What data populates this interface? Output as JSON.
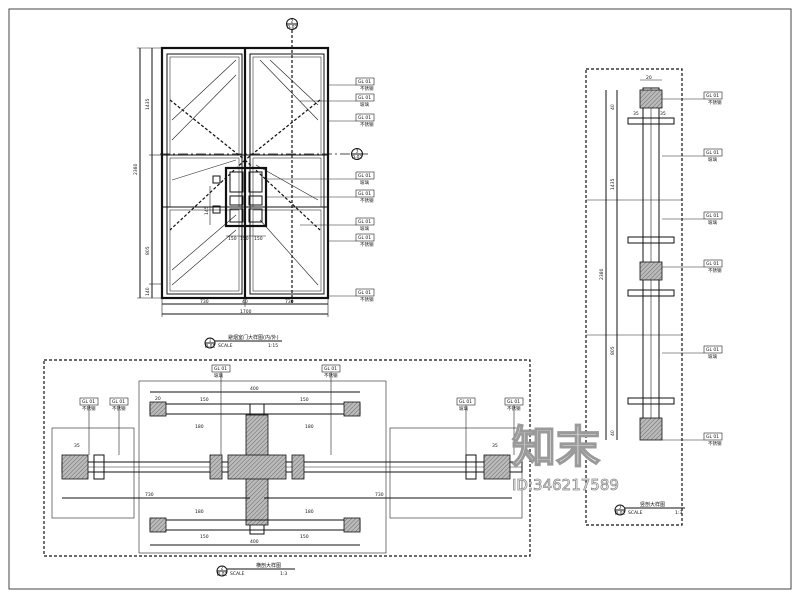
{
  "title_blocks": {
    "elevation": {
      "number": "1",
      "ref": "D-01",
      "name": "避烟室门大样图(内/外)",
      "scale_label": "SCALE",
      "scale": "1:15"
    },
    "horizontal": {
      "number": "2",
      "ref": "D-02",
      "name": "横剖大样图",
      "scale_label": "SCALE",
      "scale": "1:3"
    },
    "vertical": {
      "number": "3",
      "ref": "D-02",
      "name": "竖剖大样图",
      "scale_label": "SCALE",
      "scale": "1:3"
    }
  },
  "section_markers": {
    "top": {
      "no": "2",
      "ref": "D-02"
    },
    "right": {
      "no": "3",
      "ref": "D-02"
    }
  },
  "elevation_dims": {
    "overall_height": "2380",
    "upper": "1435",
    "lower": "805",
    "bottom": "140",
    "width_total": "1700",
    "left_leaf": "730",
    "right_leaf": "730",
    "center": "40",
    "panel_w1": "150",
    "panel_w2": "150",
    "panel_w3": "150",
    "panel_h": "145"
  },
  "elevation_labels": [
    {
      "code": "GL 01",
      "material": "不锈钢"
    },
    {
      "code": "GL 01",
      "material": "玻璃"
    },
    {
      "code": "GL 01",
      "material": "不锈钢"
    },
    {
      "code": "GL 01",
      "material": "玻璃"
    },
    {
      "code": "GL 01",
      "material": "不锈钢"
    },
    {
      "code": "GL 01",
      "material": "玻璃"
    },
    {
      "code": "GL 01",
      "material": "不锈钢"
    },
    {
      "code": "GL 01",
      "material": "不锈钢"
    }
  ],
  "vertical_dims": {
    "total": "2380",
    "d1": "40",
    "d2": "1435",
    "d3": "805",
    "d4": "40",
    "top": "20",
    "w1": "35",
    "w2": "35"
  },
  "vertical_labels": [
    {
      "code": "GL 01",
      "material": "不锈钢"
    },
    {
      "code": "GL 01",
      "material": "玻璃"
    },
    {
      "code": "GL 01",
      "material": "玻璃"
    },
    {
      "code": "GL 01",
      "material": "不锈钢"
    },
    {
      "code": "GL 01",
      "material": "玻璃"
    },
    {
      "code": "GL 01",
      "material": "不锈钢"
    }
  ],
  "horizontal_dims": {
    "left": "730",
    "right": "730",
    "top_total": "400",
    "bot_total": "400",
    "a": "150",
    "b": "180",
    "c": "20",
    "d": "35",
    "e": "35"
  },
  "horizontal_labels": [
    {
      "code": "GL 01",
      "material": "不锈钢"
    },
    {
      "code": "GL 01",
      "material": "不锈钢"
    },
    {
      "code": "GL 01",
      "material": "玻璃"
    },
    {
      "code": "GL 01",
      "material": "不锈钢"
    },
    {
      "code": "GL 01",
      "material": "玻璃"
    },
    {
      "code": "GL 01",
      "material": "不锈钢"
    }
  ],
  "watermark": {
    "brand": "知末",
    "id": "ID:346217589"
  }
}
